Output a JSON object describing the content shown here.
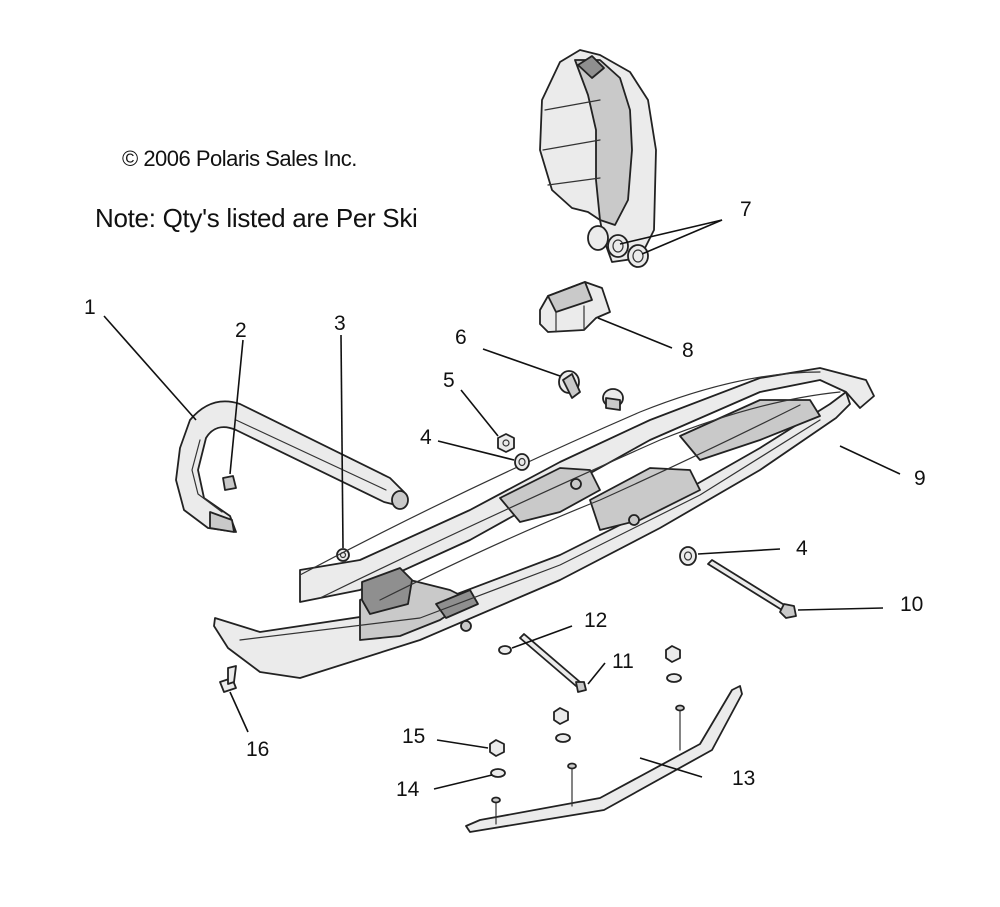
{
  "notes": {
    "copyright": "© 2006 Polaris Sales Inc.",
    "qty_note": "Note: Qty's listed are Per Ski"
  },
  "callouts": [
    {
      "id": "1",
      "label": "1"
    },
    {
      "id": "2",
      "label": "2"
    },
    {
      "id": "3",
      "label": "3"
    },
    {
      "id": "4a",
      "label": "4"
    },
    {
      "id": "4b",
      "label": "4"
    },
    {
      "id": "5",
      "label": "5"
    },
    {
      "id": "6",
      "label": "6"
    },
    {
      "id": "7",
      "label": "7"
    },
    {
      "id": "8",
      "label": "8"
    },
    {
      "id": "9",
      "label": "9"
    },
    {
      "id": "10",
      "label": "10"
    },
    {
      "id": "11",
      "label": "11"
    },
    {
      "id": "12",
      "label": "12"
    },
    {
      "id": "13",
      "label": "13"
    },
    {
      "id": "14",
      "label": "14"
    },
    {
      "id": "15",
      "label": "15"
    },
    {
      "id": "16",
      "label": "16"
    }
  ]
}
